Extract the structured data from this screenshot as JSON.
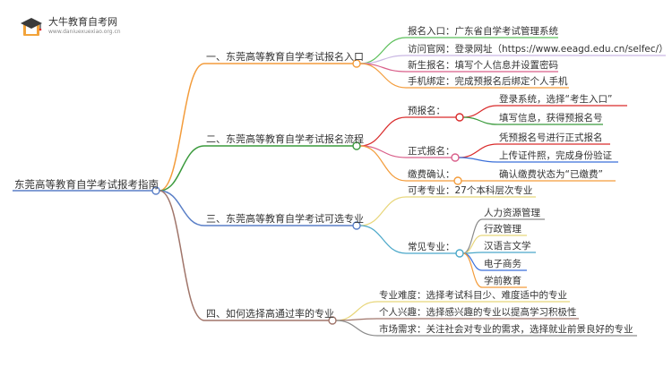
{
  "logo": {
    "title": "大牛教育自考网",
    "url": "www.daniuexuexiao.org.cn",
    "icon": "graduation-cap-book-icon"
  },
  "mindmap": {
    "root": "东莞高等教育自学考试报考指南",
    "branches": [
      {
        "label": "一、东莞高等教育自学考试报名入口",
        "color": "#f39c3b",
        "children": [
          {
            "label": "报名入口：广东省自学考试管理系统",
            "color": "#5bbf5a"
          },
          {
            "label": "访问官网：登录网址（https://www.eeagd.edu.cn/selfec/）",
            "color": "#c9b7e3"
          },
          {
            "label": "新生报名：填写个人信息并设置密码",
            "color": "#d95f8a"
          },
          {
            "label": "手机绑定：完成预报名后绑定个人手机",
            "color": "#f39c3b"
          }
        ]
      },
      {
        "label": "二、东莞高等教育自学考试报名流程",
        "color": "#3a9a3c",
        "children": [
          {
            "label": "预报名：",
            "color": "#d92a2a",
            "children": [
              {
                "label": "登录系统，选择“考生入口”",
                "color": "#d92a2a"
              },
              {
                "label": "填写信息，获得预报名号",
                "color": "#3a9a3c"
              }
            ]
          },
          {
            "label": "正式报名：",
            "color": "#d95f8a",
            "children": [
              {
                "label": "凭预报名号进行正式报名",
                "color": "#d92a2a"
              },
              {
                "label": "上传证件照，完成身份验证",
                "color": "#3a6fd9"
              }
            ]
          },
          {
            "label": "缴费确认：",
            "color": "#f39c3b",
            "children": [
              {
                "label": "确认缴费状态为“已缴费”",
                "color": "#f39c3b"
              }
            ]
          }
        ]
      },
      {
        "label": "三、东莞高等教育自学考试可选专业",
        "color": "#5a7fc7",
        "children": [
          {
            "label": "可考专业：27个本科层次专业",
            "color": "#e8d67a"
          },
          {
            "label": "常见专业：",
            "color": "#4ba8c9",
            "children": [
              {
                "label": "人力资源管理",
                "color": "#8a8a8a"
              },
              {
                "label": "行政管理",
                "color": "#e8d67a"
              },
              {
                "label": "汉语言文学",
                "color": "#4ba8c9"
              },
              {
                "label": "电子商务",
                "color": "#3a6fd9"
              },
              {
                "label": "学前教育",
                "color": "#f39c3b"
              }
            ]
          }
        ]
      },
      {
        "label": "四、如何选择高通过率的专业",
        "color": "#a0756a",
        "children": [
          {
            "label": "专业难度：选择考试科目少、难度适中的专业",
            "color": "#e8d67a"
          },
          {
            "label": "个人兴趣：选择感兴趣的专业以提高学习积极性",
            "color": "#a0756a"
          },
          {
            "label": "市场需求：关注社会对专业的需求，选择就业前景良好的专业",
            "color": "#8a8a8a"
          }
        ]
      }
    ]
  }
}
